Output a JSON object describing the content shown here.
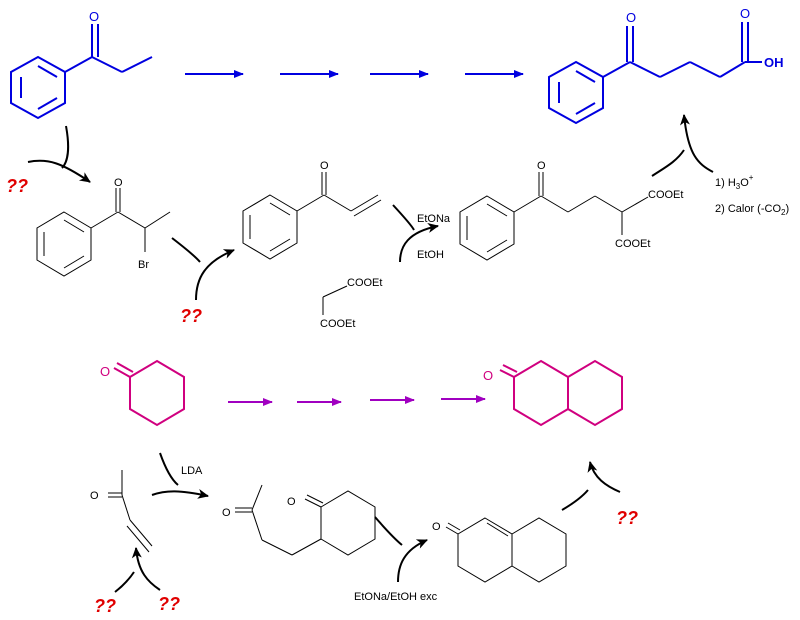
{
  "colors": {
    "part_a": "#0000e0",
    "part_b": "#d0007f",
    "black": "#000000",
    "red": "#e00000",
    "violet": "#a000c0"
  },
  "atoms": {
    "oxygen": "O",
    "oh": "OH",
    "bromine": "Br",
    "ester": "COOEt"
  },
  "unknown": "??",
  "reagents": {
    "ethoxide": "EtONa",
    "ethanol": "EtOH",
    "step1": "1) H",
    "h3o_sub": "3",
    "h3o_o": "O",
    "plus": "+",
    "step2": "2) Calor (-CO",
    "co2_sub": "2",
    "step2_end": ")",
    "lda": "LDA",
    "ethoxide_excess": "EtONa/EtOH exc"
  }
}
